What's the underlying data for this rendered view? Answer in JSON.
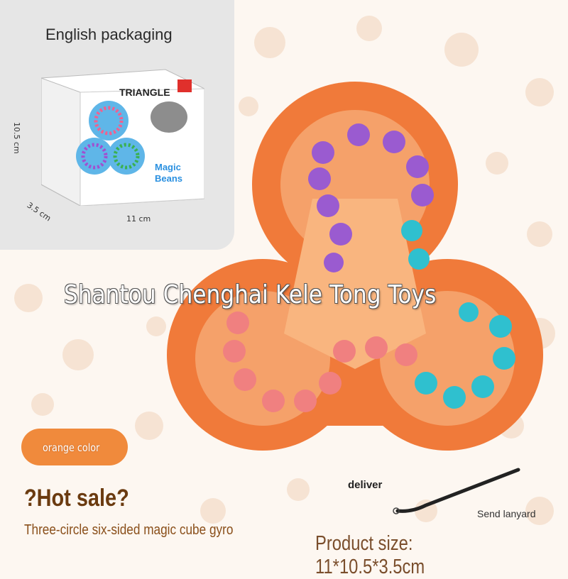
{
  "packaging": {
    "title": "English packaging",
    "height_label": "10.5 cm",
    "width_label": "11 cm",
    "depth_label": "3.5 cm"
  },
  "watermark": "Shantou Chenghai Kele Tong Toys",
  "color_option": "orange color",
  "hot_sale": "?Hot sale?",
  "product_name": "Three-circle six-sided magic cube gyro",
  "deliver_label": "deliver",
  "lanyard_label": "Send lanyard",
  "product_size": "Product size: 11*10.5*3.5cm",
  "colors": {
    "shell": "#f07a3a",
    "shell_light": "#f5a16a",
    "bead_purple": "#9a5bd0",
    "bead_teal": "#2fc0cf",
    "bead_pink": "#f08080"
  }
}
